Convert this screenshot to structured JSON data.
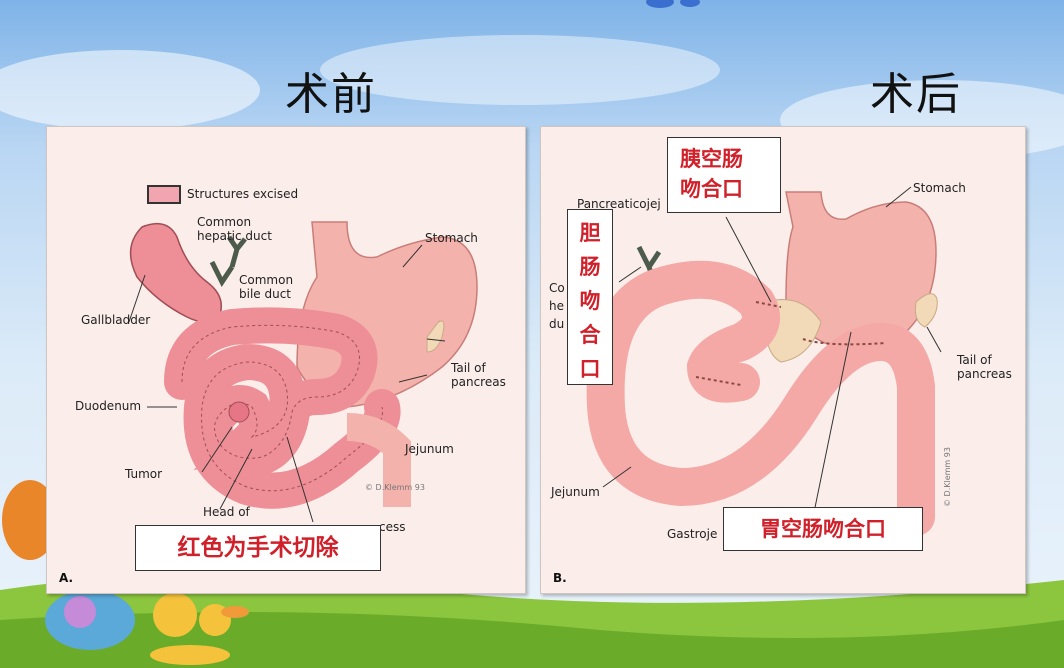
{
  "headings": {
    "before": "术前",
    "after": "术后"
  },
  "panel_a": {
    "letter": "A.",
    "legend": "Structures excised",
    "labels": {
      "common_hepatic_duct": "Common\nhepatic duct",
      "common_bile_duct": "Common\nbile duct",
      "stomach": "Stomach",
      "gallbladder": "Gallbladder",
      "duodenum": "Duodenum",
      "tail_of_pancreas": "Tail of\npancreas",
      "jejunum": "Jejunum",
      "tumor": "Tumor",
      "head_of": "Head of",
      "process_fragment": "cess"
    },
    "signature": "© D.Klemm 93",
    "callout": "红色为手术切除"
  },
  "panel_b": {
    "letter": "B.",
    "labels": {
      "pancreaticojejunostomy": "Pancreaticojej",
      "common_hepatic_fragment": "Co\nhe\ndu",
      "stomach": "Stomach",
      "tail_of_pancreas": "Tail of\npancreas",
      "jejunum": "Jejunum",
      "gastrojejunostomy": "Gastroje"
    },
    "signature": "© D.Klemm 93",
    "callouts": {
      "pancreaticojejunal": "胰空肠\n吻合口",
      "biliary": "胆\n肠\n吻\n合\n口",
      "gastrojejunal": "胃空肠吻合口"
    }
  },
  "colors": {
    "organ_fill": "#f4a9a6",
    "excised_fill": "#ee8e96",
    "callout_text": "#d0202a"
  }
}
